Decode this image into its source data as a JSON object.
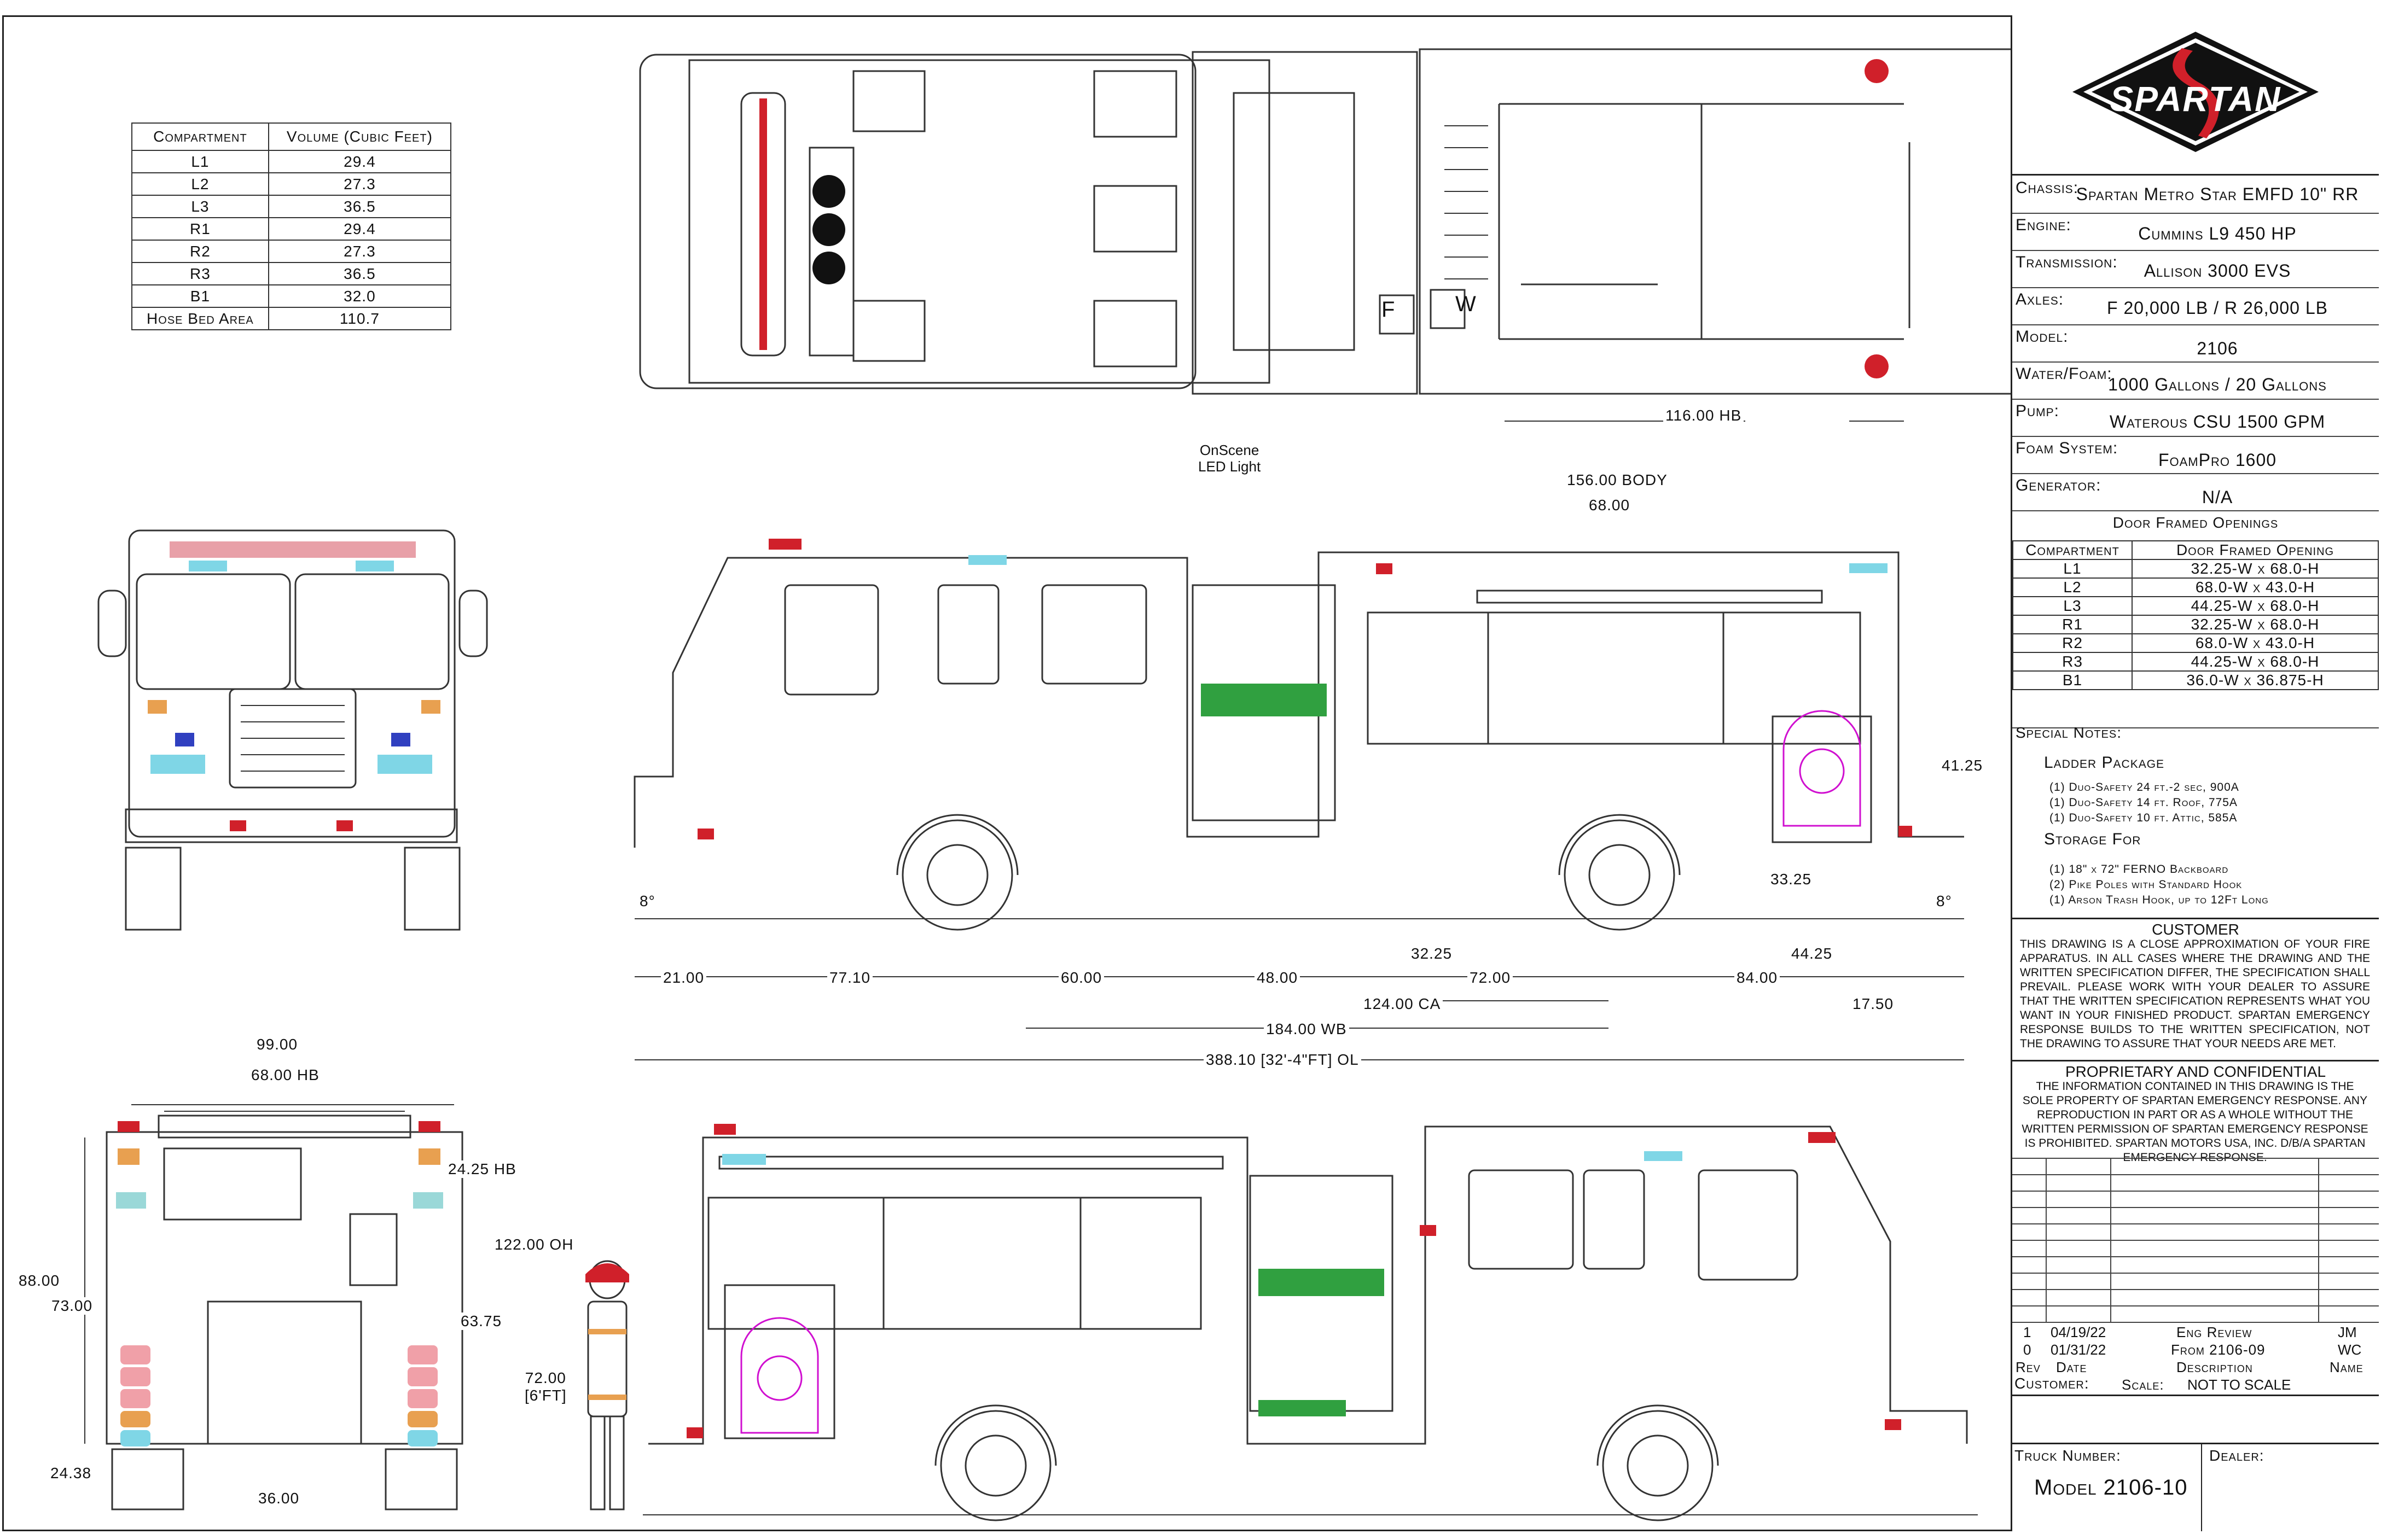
{
  "brand": {
    "name": "SPARTAN",
    "accent": "#d0202a"
  },
  "specs": {
    "chassis": {
      "label": "Chassis:",
      "value": "Spartan Metro Star EMFD 10\" RR"
    },
    "engine": {
      "label": "Engine:",
      "value": "Cummins L9 450 HP"
    },
    "transmission": {
      "label": "Transmission:",
      "value": "Allison 3000 EVS"
    },
    "axles": {
      "label": "Axles:",
      "value": "F 20,000 LB / R 26,000 LB"
    },
    "model": {
      "label": "Model:",
      "value": "2106"
    },
    "water_foam": {
      "label": "Water/Foam:",
      "value": "1000 Gallons / 20 Gallons"
    },
    "pump": {
      "label": "Pump:",
      "value": "Waterous CSU 1500 GPM"
    },
    "foam_system": {
      "label": "Foam System:",
      "value": "FoamPro 1600"
    },
    "generator": {
      "label": "Generator:",
      "value": "N/A"
    }
  },
  "door_openings": {
    "title": "Door Framed Openings",
    "headers": [
      "Compartment",
      "Door Framed Opening"
    ],
    "rows": [
      [
        "L1",
        "32.25-W x 68.0-H"
      ],
      [
        "L2",
        "68.0-W x 43.0-H"
      ],
      [
        "L3",
        "44.25-W x 68.0-H"
      ],
      [
        "R1",
        "32.25-W x 68.0-H"
      ],
      [
        "R2",
        "68.0-W x 43.0-H"
      ],
      [
        "R3",
        "44.25-W x 68.0-H"
      ],
      [
        "B1",
        "36.0-W x 36.875-H"
      ]
    ]
  },
  "special_notes": {
    "title": "Special Notes:",
    "ladder_title": "Ladder Package",
    "ladder_items": [
      "(1) Duo-Safety 24 ft.-2 sec, 900A",
      "(1) Duo-Safety 14 ft. Roof, 775A",
      "(1) Duo-Safety 10 ft. Attic, 585A"
    ],
    "storage_title": "Storage For",
    "storage_items": [
      "(1) 18\" x 72\" FERNO Backboard",
      "(2) Pike Poles with Standard Hook",
      "(1) Arson Trash Hook, up to 12Ft Long"
    ]
  },
  "customer_notice": {
    "title": "CUSTOMER",
    "text": "This drawing is a close approximation of your fire apparatus. In all cases where the drawing and the written specification differ, the specification shall prevail. Please work with your dealer to assure that the written specification represents what you want in your finished product. Spartan Emergency Response builds to the written specification, not the drawing to assure that your needs are met."
  },
  "proprietary": {
    "title": "PROPRIETARY AND CONFIDENTIAL",
    "text": "The information contained in this drawing is the sole property of Spartan Emergency Response. Any reproduction in part or as a whole without the written permission of Spartan Emergency Response is prohibited. Spartan Motors USA, Inc. D/B/A Spartan Emergency Response."
  },
  "revisions": {
    "headers": [
      "Rev",
      "Date",
      "Description",
      "Name"
    ],
    "rows": [
      [
        "1",
        "04/19/22",
        "Eng Review",
        "JM"
      ],
      [
        "0",
        "01/31/22",
        "From 2106-09",
        "WC"
      ]
    ],
    "scale_label": "Scale:",
    "scale_value": "NOT TO SCALE"
  },
  "footer": {
    "customer_label": "Customer:",
    "truck_number_label": "Truck Number:",
    "dealer_label": "Dealer:",
    "truck_number_value": "Model 2106-10"
  },
  "volume_table": {
    "headers": [
      "Compartment",
      "Volume (Cubic Feet)"
    ],
    "rows": [
      [
        "L1",
        "29.4"
      ],
      [
        "L2",
        "27.3"
      ],
      [
        "L3",
        "36.5"
      ],
      [
        "R1",
        "29.4"
      ],
      [
        "R2",
        "27.3"
      ],
      [
        "R3",
        "36.5"
      ],
      [
        "B1",
        "32.0"
      ],
      [
        "Hose Bed Area",
        "110.7"
      ]
    ]
  },
  "dimensions": {
    "hb_top": "116.00 HB",
    "onscene": "OnScene",
    "led_light": "LED Light",
    "body": "156.00 BODY",
    "d68": "68.00",
    "d4125": "41.25",
    "d3325": "33.25",
    "angle_left": "8°",
    "angle_right": "8°",
    "d3225": "32.25",
    "d4425": "44.25",
    "d2100": "21.00",
    "d7710": "77.10",
    "d6000": "60.00",
    "d4800": "48.00",
    "d7200": "72.00",
    "d8400": "84.00",
    "ca": "124.00 CA",
    "d1750": "17.50",
    "wb": "184.00 WB",
    "ol": "388.10 [32'-4\"FT] OL",
    "rear_width": "99.00",
    "rear_hb": "68.00 HB",
    "d2425hb": "24.25 HB",
    "oh": "122.00 OH",
    "d8800": "88.00",
    "d7300": "73.00",
    "d6375": "63.75",
    "d2438": "24.38",
    "d3600": "36.00",
    "person_height": "72.00",
    "person_feet": "[6'FT]"
  },
  "top_view_marks": {
    "f": "F",
    "w": "W"
  }
}
